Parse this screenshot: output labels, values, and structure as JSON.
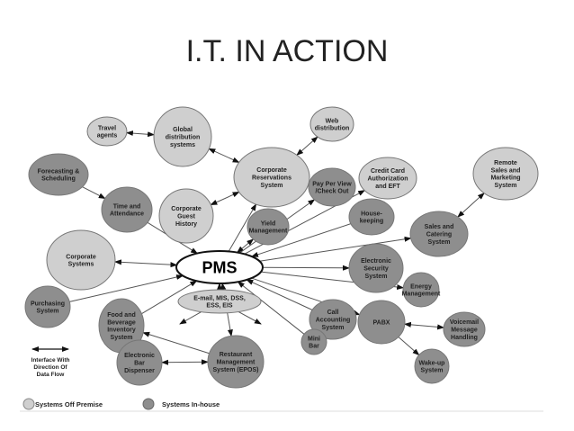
{
  "title": "I.T. IN ACTION",
  "colors": {
    "off_premise": "#cfcfcf",
    "in_house": "#8e8e8e",
    "center": "#ffffff",
    "stroke": "#666666"
  },
  "nodes": [
    {
      "id": "travel",
      "lines": [
        "Travel",
        "agents"
      ],
      "type": "off_premise"
    },
    {
      "id": "gds",
      "lines": [
        "Global",
        "distribution",
        "systems"
      ],
      "type": "off_premise"
    },
    {
      "id": "web",
      "lines": [
        "Web",
        "distribution"
      ],
      "type": "off_premise"
    },
    {
      "id": "forecast",
      "lines": [
        "Forecasting &",
        "Scheduling"
      ],
      "type": "in_house"
    },
    {
      "id": "corpres",
      "lines": [
        "Corporate",
        "Reservations",
        "System"
      ],
      "type": "off_premise"
    },
    {
      "id": "payper",
      "lines": [
        "Pay Per View",
        "/Check Out"
      ],
      "type": "in_house"
    },
    {
      "id": "credit",
      "lines": [
        "Credit Card",
        "Authorization",
        "and EFT"
      ],
      "type": "off_premise"
    },
    {
      "id": "remote",
      "lines": [
        "Remote",
        "Sales and",
        "Marketing",
        "System"
      ],
      "type": "off_premise"
    },
    {
      "id": "time",
      "lines": [
        "Time and",
        "Attendance"
      ],
      "type": "in_house"
    },
    {
      "id": "corpguest",
      "lines": [
        "Corporate",
        "Guest",
        "History"
      ],
      "type": "off_premise"
    },
    {
      "id": "yield",
      "lines": [
        "Yield",
        "Management"
      ],
      "type": "in_house"
    },
    {
      "id": "housekeeping",
      "lines": [
        "House-",
        "keeping"
      ],
      "type": "in_house"
    },
    {
      "id": "sales",
      "lines": [
        "Sales and",
        "Catering",
        "System"
      ],
      "type": "in_house"
    },
    {
      "id": "corpsys",
      "lines": [
        "Corporate",
        "Systems"
      ],
      "type": "off_premise"
    },
    {
      "id": "pms",
      "lines": [
        "PMS"
      ],
      "type": "center"
    },
    {
      "id": "security",
      "lines": [
        "Electronic",
        "Security",
        "System"
      ],
      "type": "in_house"
    },
    {
      "id": "energy",
      "lines": [
        "Energy",
        "Management"
      ],
      "type": "in_house"
    },
    {
      "id": "purchasing",
      "lines": [
        "Purchasing",
        "System"
      ],
      "type": "in_house"
    },
    {
      "id": "email",
      "lines": [
        "E-mail, MIS, DSS,",
        "ESS, EIS"
      ],
      "type": "off_premise"
    },
    {
      "id": "food",
      "lines": [
        "Food and",
        "Beverage",
        "Inventory",
        "System"
      ],
      "type": "in_house"
    },
    {
      "id": "callacct",
      "lines": [
        "Call",
        "Accounting",
        "System"
      ],
      "type": "in_house"
    },
    {
      "id": "pabx",
      "lines": [
        "PABX"
      ],
      "type": "in_house"
    },
    {
      "id": "voicemail",
      "lines": [
        "Voicemail",
        "Message",
        "Handling"
      ],
      "type": "in_house"
    },
    {
      "id": "minibar",
      "lines": [
        "Mini",
        "Bar"
      ],
      "type": "in_house"
    },
    {
      "id": "elecbar",
      "lines": [
        "Electronic",
        "Bar",
        "Dispenser"
      ],
      "type": "in_house"
    },
    {
      "id": "restaurant",
      "lines": [
        "Restaurant",
        "Management",
        "System (EPOS)"
      ],
      "type": "in_house"
    },
    {
      "id": "wakeup",
      "lines": [
        "Wake-up",
        "System"
      ],
      "type": "in_house"
    }
  ],
  "edges": [
    [
      "travel",
      "gds",
      "both"
    ],
    [
      "gds",
      "corpres",
      "both"
    ],
    [
      "corpres",
      "web",
      "both"
    ],
    [
      "corpguest",
      "corpres",
      "both"
    ],
    [
      "forecast",
      "time",
      "fwd"
    ],
    [
      "time",
      "pms",
      "fwd"
    ],
    [
      "corpsys",
      "pms",
      "both"
    ],
    [
      "purchasing",
      "pms",
      "fwd"
    ],
    [
      "food",
      "pms",
      "fwd"
    ],
    [
      "pms",
      "corpres",
      "fwd"
    ],
    [
      "pms",
      "yield",
      "both"
    ],
    [
      "pms",
      "payper",
      "fwd"
    ],
    [
      "pms",
      "credit",
      "fwd"
    ],
    [
      "housekeeping",
      "pms",
      "fwd"
    ],
    [
      "pms",
      "sales",
      "fwd"
    ],
    [
      "pms",
      "security",
      "fwd"
    ],
    [
      "pms",
      "energy",
      "fwd"
    ],
    [
      "pms",
      "pabx",
      "fwd"
    ],
    [
      "callacct",
      "pms",
      "fwd"
    ],
    [
      "minibar",
      "pms",
      "fwd"
    ],
    [
      "pms",
      "restaurant",
      "both"
    ],
    [
      "email",
      "pms",
      "fwd"
    ],
    [
      "sales",
      "remote",
      "both"
    ],
    [
      "pabx",
      "voicemail",
      "both"
    ],
    [
      "pabx",
      "wakeup",
      "fwd"
    ],
    [
      "elecbar",
      "restaurant",
      "both"
    ],
    [
      "restaurant",
      "food",
      "fwd"
    ]
  ],
  "legend": {
    "arrow_label": [
      "Interface With",
      "Direction Of",
      "Data Flow"
    ],
    "off_premise": "Systems Off Premise",
    "in_house": "Systems  In-house"
  }
}
